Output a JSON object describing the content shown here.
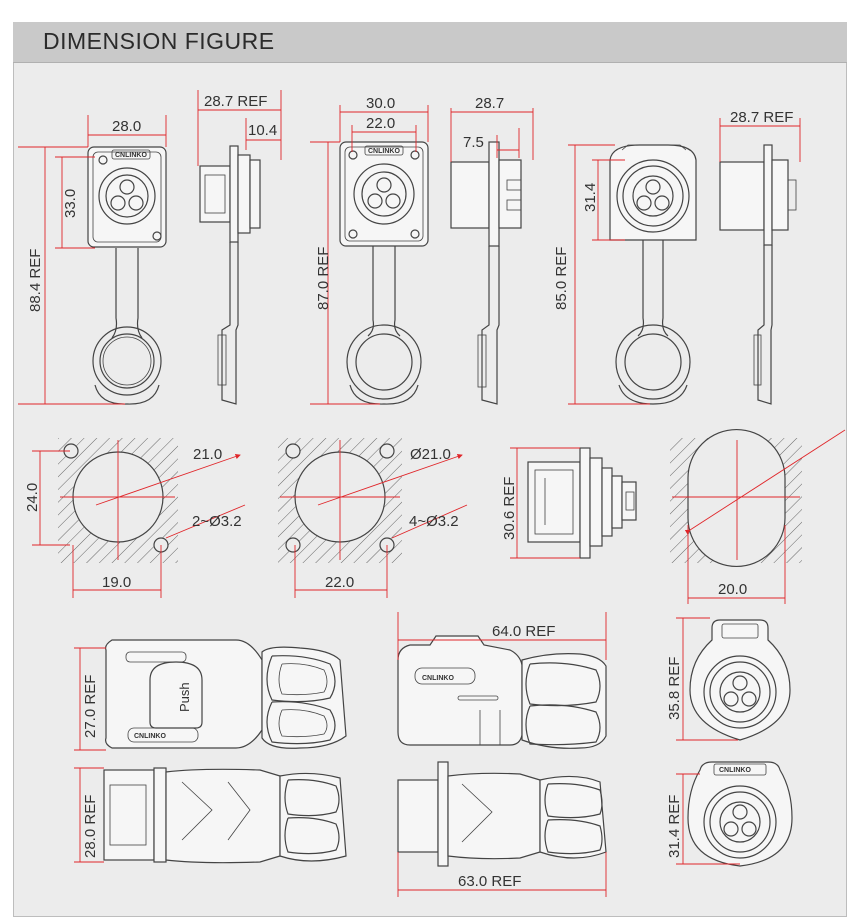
{
  "header": {
    "title": "DIMENSION FIGURE"
  },
  "colors": {
    "dimension_line": "#e0262a",
    "outline": "#444444",
    "header_bg": "#c9c9c9",
    "panel_bg": "#ececec"
  },
  "dims": {
    "d_28_0": "28.0",
    "d_33_0": "33.0",
    "d_88_4_ref": "88.4 REF",
    "d_28_7_ref_a": "28.7 REF",
    "d_10_4": "10.4",
    "d_30_0": "30.0",
    "d_22_0_top": "22.0",
    "d_87_0_ref": "87.0 REF",
    "d_28_7": "28.7",
    "d_7_5": "7.5",
    "d_31_4_a": "31.4",
    "d_85_0_ref": "85.0 REF",
    "d_28_7_ref_b": "28.7 REF",
    "d_24_0": "24.0",
    "d_21_0": "21.0",
    "d_2_hole": "2~Ø3.2",
    "d_19_0": "19.0",
    "d_o21_0": "Ø21.0",
    "d_4_hole": "4~Ø3.2",
    "d_22_0_cut": "22.0",
    "d_30_6_ref": "30.6 REF",
    "d_20_0": "20.0",
    "d_27_0_ref": "27.0 REF",
    "d_64_0_ref": "64.0 REF",
    "d_35_8_ref": "35.8 REF",
    "d_28_0_ref": "28.0 REF",
    "d_63_0_ref": "63.0 REF",
    "d_31_4_ref": "31.4 REF"
  },
  "labels": {
    "push": "Push",
    "brand": "CNLINKO"
  }
}
